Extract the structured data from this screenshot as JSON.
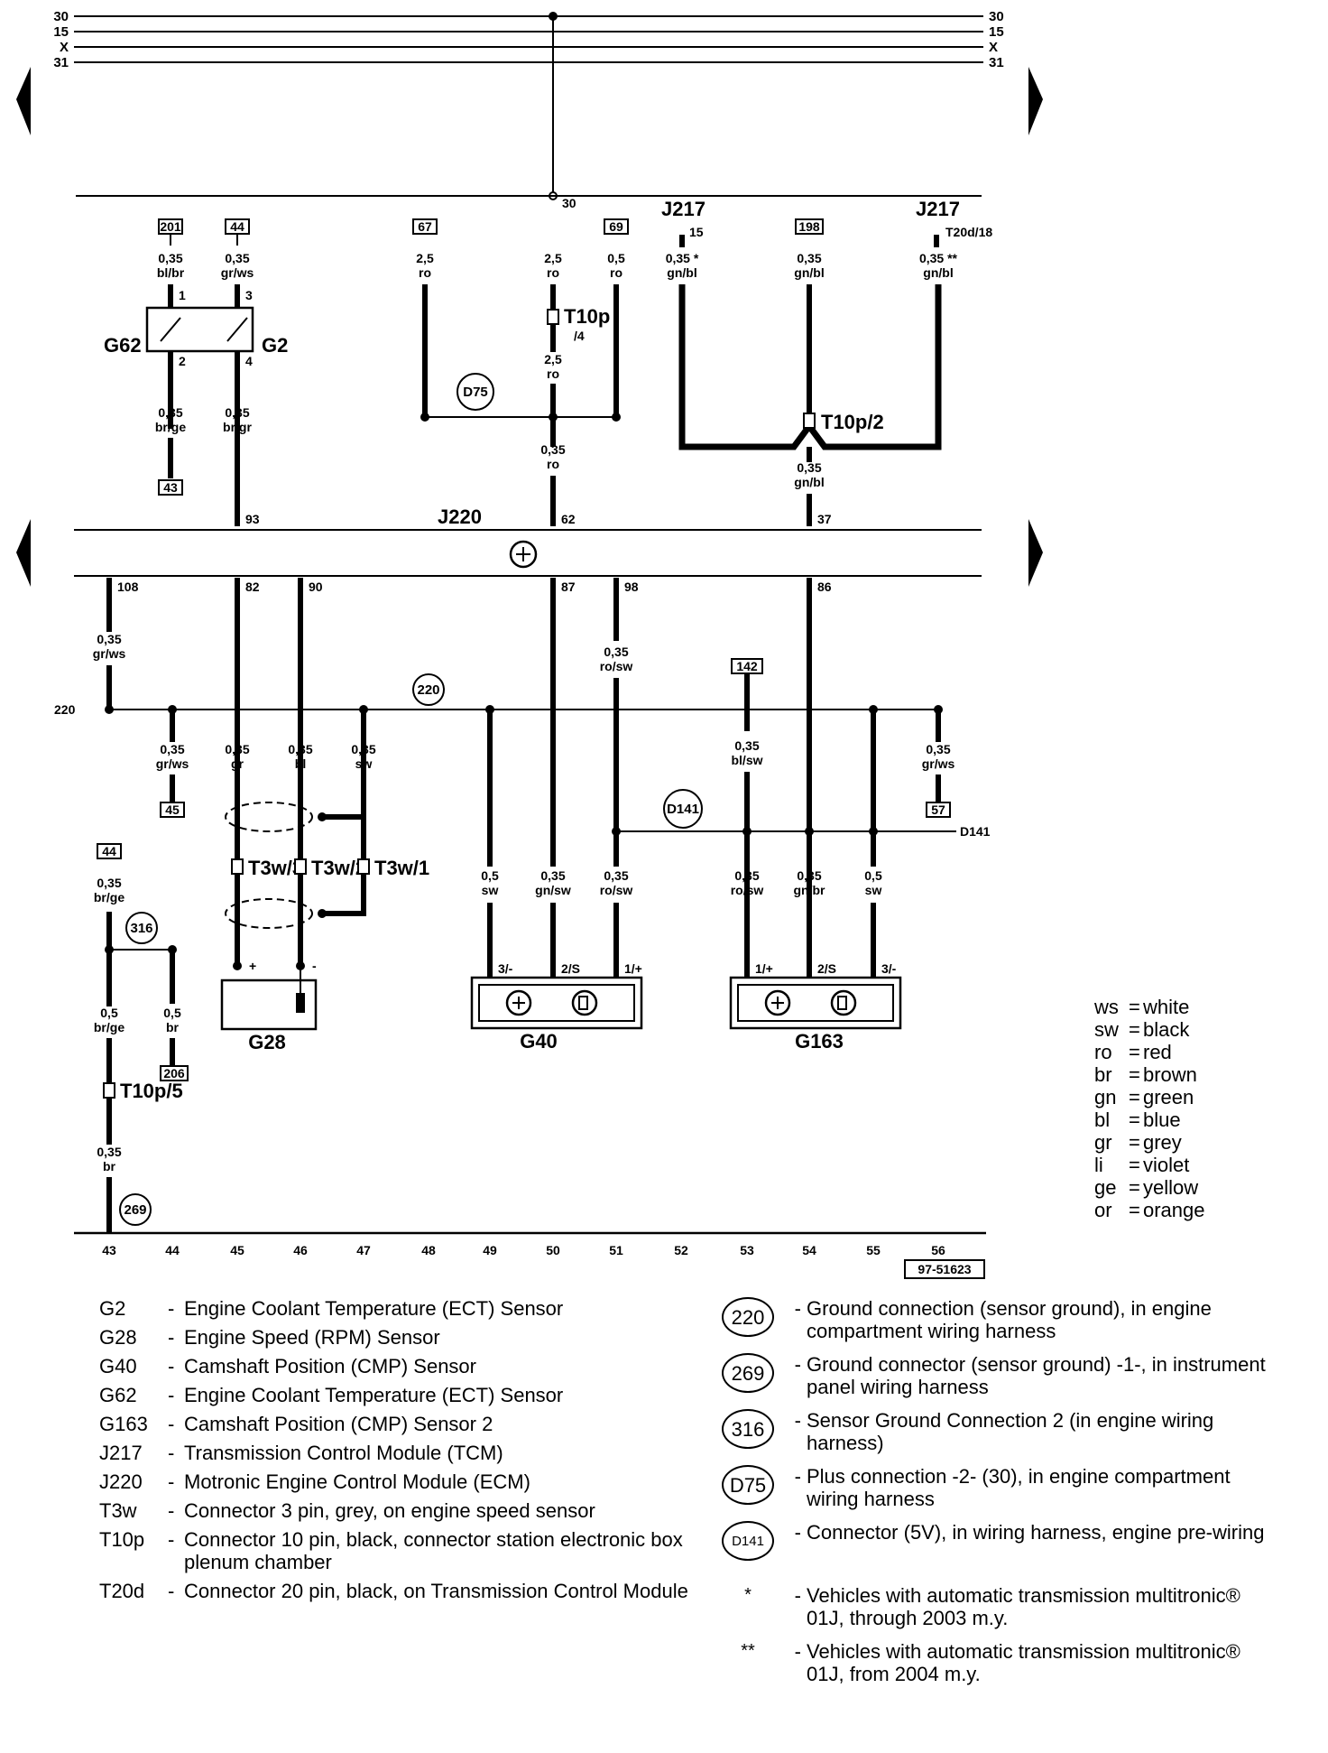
{
  "bus": {
    "left": [
      "30",
      "15",
      "X",
      "31"
    ],
    "right": [
      "30",
      "15",
      "X",
      "31"
    ]
  },
  "terminal30": "30",
  "ecm": {
    "name": "J220"
  },
  "components": {
    "g62": "G62",
    "g2": "G2",
    "g28": "G28",
    "g40": "G40",
    "g163": "G163",
    "j217a": "J217",
    "j217a_pin": "15",
    "j217b": "J217",
    "j217b_pin": "T20d/18",
    "t10p4": "T10p",
    "t10p4_sub": "/4",
    "t10p2": "T10p/2",
    "t10p5": "T10p/5",
    "t3w3": "T3w/3",
    "t3w2": "T3w/2",
    "t3w1": "T3w/1"
  },
  "refs": {
    "r201": "201",
    "r44a": "44",
    "r67": "67",
    "r69": "69",
    "r198": "198",
    "r43": "43",
    "r142": "142",
    "r45": "45",
    "r57": "57",
    "r44b": "44",
    "r206": "206",
    "doc": "97-51623"
  },
  "circles": {
    "d75": "D75",
    "c220": "220",
    "d141": "D141",
    "c316": "316",
    "c269": "269"
  },
  "pins": {
    "g62p1": "1",
    "g62p2": "2",
    "g2p3": "3",
    "g2p4": "4",
    "e93": "93",
    "e62": "62",
    "e37": "37",
    "e108": "108",
    "e82": "82",
    "e90": "90",
    "e87": "87",
    "e98": "98",
    "e86": "86",
    "g28plus": "+",
    "g28minus": "-",
    "g40a": "3/-",
    "g40b": "2/S",
    "g40c": "1/+",
    "g163a": "1/+",
    "g163b": "2/S",
    "g163c": "3/-"
  },
  "wires": {
    "w201": [
      "0,35",
      "bl/br"
    ],
    "w44": [
      "0,35",
      "gr/ws"
    ],
    "w67": [
      "2,5",
      "ro"
    ],
    "w30": [
      "2,5",
      "ro"
    ],
    "w69": [
      "0,5",
      "ro"
    ],
    "wj217a": [
      "0,35 *",
      "gn/bl"
    ],
    "w198": [
      "0,35",
      "gn/bl"
    ],
    "wj217b": [
      "0,35 **",
      "gn/bl"
    ],
    "wt10p4": [
      "2,5",
      "ro"
    ],
    "wg62": [
      "0,35",
      "br/ge"
    ],
    "wg2": [
      "0,35",
      "br/gr"
    ],
    "w62": [
      "0,35",
      "ro"
    ],
    "w37": [
      "0,35",
      "gn/bl"
    ],
    "w108": [
      "0,35",
      "gr/ws"
    ],
    "w98": [
      "0,35",
      "ro/sw"
    ],
    "w142": [
      "0,35",
      "bl/sw"
    ],
    "w45": [
      "0,35",
      "gr/ws"
    ],
    "w82": [
      "0,35",
      "gr"
    ],
    "w90": [
      "0,35",
      "bl"
    ],
    "wsw47": [
      "0,35",
      "sw"
    ],
    "w57": [
      "0,35",
      "gr/ws"
    ],
    "w44b": [
      "0,35",
      "br/ge"
    ],
    "w43b": [
      "0,5",
      "br/ge"
    ],
    "w206": [
      "0,5",
      "br"
    ],
    "w43c": [
      "0,35",
      "br"
    ],
    "w49": [
      "0,5",
      "sw"
    ],
    "w50": [
      "0,35",
      "gn/sw"
    ],
    "w51": [
      "0,35",
      "ro/sw"
    ],
    "w53": [
      "0,35",
      "ro/sw"
    ],
    "w54": [
      "0,35",
      "gn/br"
    ],
    "w55": [
      "0,5",
      "sw"
    ]
  },
  "node_labels": {
    "n220": "220",
    "d141": "D141"
  },
  "columns": [
    "43",
    "44",
    "45",
    "46",
    "47",
    "48",
    "49",
    "50",
    "51",
    "52",
    "53",
    "54",
    "55",
    "56"
  ],
  "color_legend": [
    {
      "code": "ws",
      "name": "white"
    },
    {
      "code": "sw",
      "name": "black"
    },
    {
      "code": "ro",
      "name": "red"
    },
    {
      "code": "br",
      "name": "brown"
    },
    {
      "code": "gn",
      "name": "green"
    },
    {
      "code": "bl",
      "name": "blue"
    },
    {
      "code": "gr",
      "name": "grey"
    },
    {
      "code": "li",
      "name": "violet"
    },
    {
      "code": "ge",
      "name": "yellow"
    },
    {
      "code": "or",
      "name": "orange"
    }
  ],
  "component_legend": [
    {
      "code": "G2",
      "desc": "Engine Coolant Temperature (ECT) Sensor"
    },
    {
      "code": "G28",
      "desc": "Engine Speed (RPM) Sensor"
    },
    {
      "code": "G40",
      "desc": "Camshaft Position (CMP) Sensor"
    },
    {
      "code": "G62",
      "desc": "Engine Coolant Temperature (ECT) Sensor"
    },
    {
      "code": "G163",
      "desc": "Camshaft Position (CMP) Sensor 2"
    },
    {
      "code": "J217",
      "desc": "Transmission Control Module (TCM)"
    },
    {
      "code": "J220",
      "desc": "Motronic Engine Control Module (ECM)"
    },
    {
      "code": "T3w",
      "desc": "Connector 3 pin, grey, on engine speed sensor"
    },
    {
      "code": "T10p",
      "desc": "Connector 10 pin, black, connector station electronic box plenum chamber"
    },
    {
      "code": "T20d",
      "desc": "Connector 20 pin, black, on Transmission Control Module"
    }
  ],
  "ground_legend": [
    {
      "sym": "220",
      "desc": "Ground connection (sensor ground), in engine compartment wiring harness"
    },
    {
      "sym": "269",
      "desc": "Ground connector (sensor ground) -1-, in instrument panel wiring harness"
    },
    {
      "sym": "316",
      "desc": "Sensor Ground Connection 2 (in engine wiring harness)"
    },
    {
      "sym": "D75",
      "desc": "Plus connection -2- (30), in engine compartment wiring harness"
    },
    {
      "sym": "D141",
      "desc": "Connector (5V), in wiring harness, engine pre-wiring"
    }
  ],
  "notes": [
    {
      "sym": "*",
      "desc": "Vehicles with automatic transmission multitronic® 01J, through 2003 m.y."
    },
    {
      "sym": "**",
      "desc": "Vehicles with automatic transmission multitronic® 01J, from 2004 m.y."
    }
  ]
}
